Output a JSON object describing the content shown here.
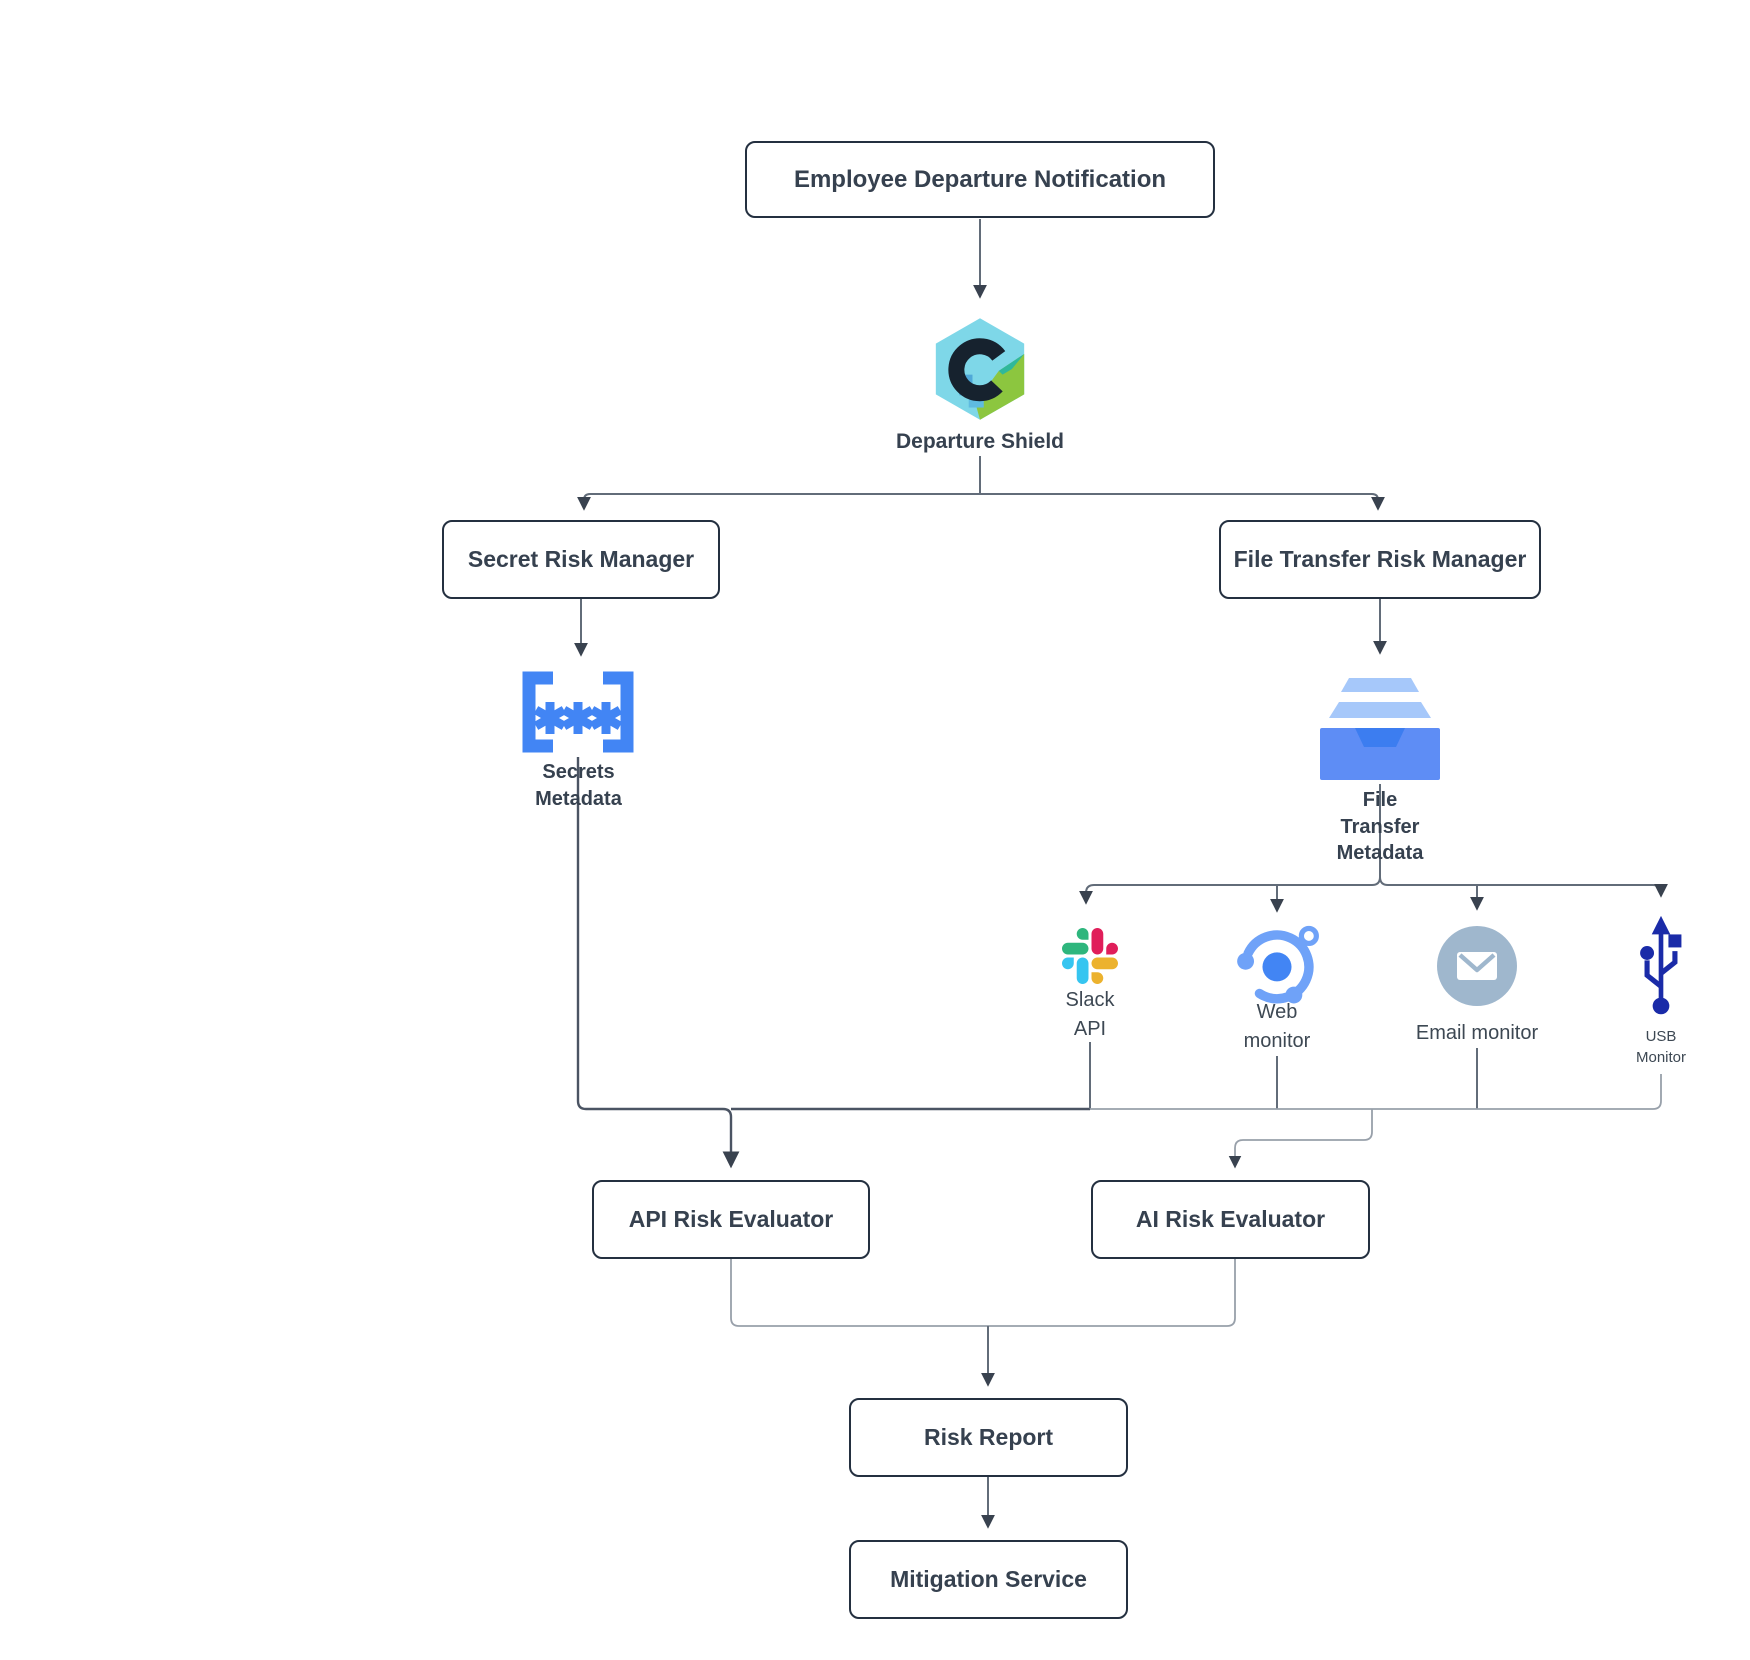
{
  "nodes": {
    "title_box": "Employee Departure Notification",
    "secret_risk_manager": "Secret Risk Manager",
    "file_transfer_risk_manager": "File Transfer Risk Manager",
    "api_risk_evaluator": "API Risk Evaluator",
    "ai_risk_evaluator": "AI Risk Evaluator",
    "risk_report": "Risk Report",
    "mitigation_service": "Mitigation Service"
  },
  "captions": {
    "departure_shield": "Departure Shield",
    "secrets_metadata": [
      "Secrets",
      "Metadata"
    ],
    "file_transfer_metadata": [
      "File",
      "Transfer",
      "Metadata"
    ],
    "slack_api": [
      "Slack",
      "API"
    ],
    "web_monitor": [
      "Web",
      "monitor"
    ],
    "email_monitor": "Email monitor",
    "usb_monitor": [
      "USB",
      "Monitor"
    ]
  },
  "icons": {
    "departure_shield": "hexagon-cube-logo-icon",
    "secrets_metadata": "password-brackets-icon",
    "file_transfer_metadata": "inbox-tray-icon",
    "slack_api": "slack-logo-icon",
    "web_monitor": "orbit-monitor-icon",
    "email_monitor": "envelope-circle-icon",
    "usb_monitor": "usb-connector-icon"
  },
  "colors": {
    "box_border": "#243040",
    "box_text": "#36414f",
    "connector": "#626c79",
    "arrowhead": "#39424f",
    "secrets_blue": "#4285f4",
    "tray_light_blue": "#a6c8fa",
    "tray_blue": "#5e8df5",
    "tray_notch_blue": "#3c7df0",
    "slack_blue": "#36c5f0",
    "slack_green": "#2eb67d",
    "slack_red": "#e01e5a",
    "slack_yellow": "#ecb22e",
    "web_center_blue": "#4285f4",
    "web_ring_blue": "#6fa2f8",
    "email_circle": "#9fb7cd",
    "usb_navy": "#1a2ba8",
    "hex_cyan": "#7ed7e8",
    "hex_green": "#8cc63f",
    "hex_dark": "#16222e",
    "hex_blue": "#4fa8d8",
    "hex_teal": "#2fb89b"
  }
}
